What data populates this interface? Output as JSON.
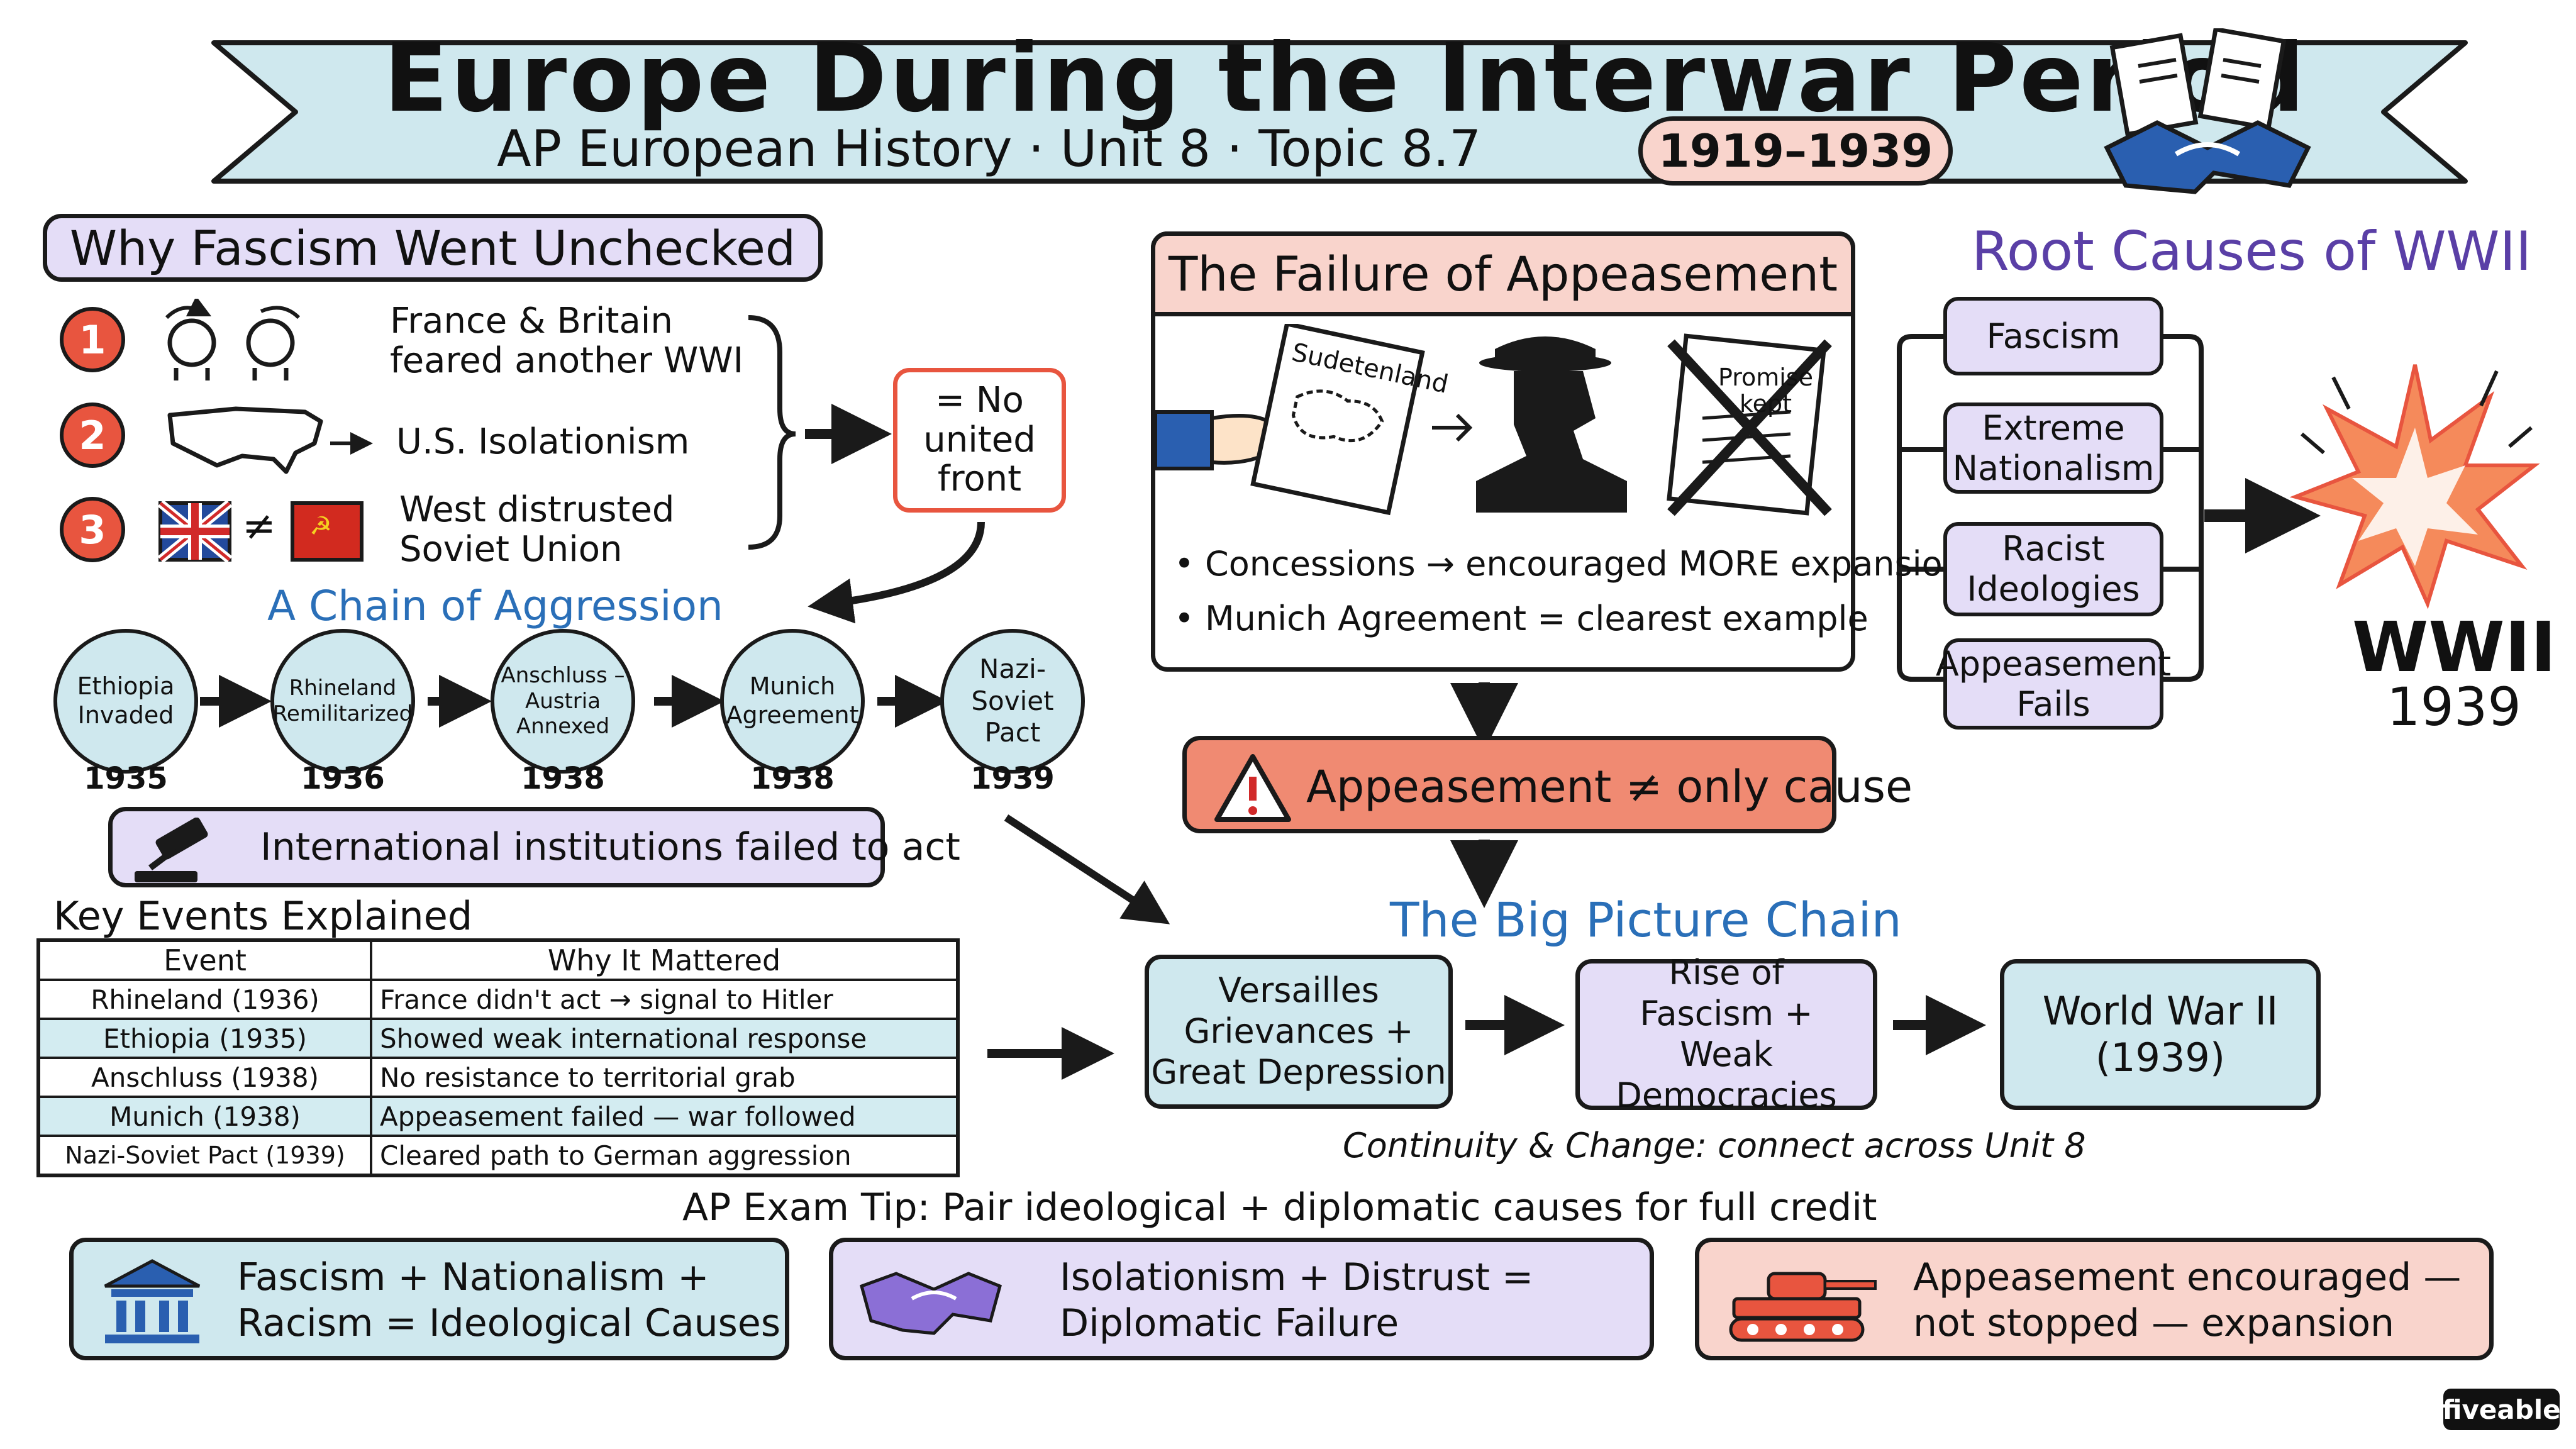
{
  "header": {
    "title": "Europe During the Interwar Period",
    "subtitle": "AP European History · Unit 8 · Topic 8.7",
    "date_badge": "1919–1939",
    "icon": "handshake-documents-icon"
  },
  "why_fascism": {
    "heading": "Why Fascism Went Unchecked",
    "items": [
      {
        "number": "1",
        "icon": "arguing-people-icon",
        "text": "France & Britain\nfeared another WWI"
      },
      {
        "number": "2",
        "icon": "us-map-icon",
        "text": "U.S.  Isolationism"
      },
      {
        "number": "3",
        "icon": "flags-uk-not-equal-ussr-icon",
        "not_equal": "≠",
        "text": "West distrusted\nSoviet Union"
      }
    ],
    "result": "= No\nunited\nfront"
  },
  "chain_of_aggression": {
    "heading": "A Chain of Aggression",
    "events": [
      {
        "label": "Ethiopia\nInvaded",
        "year": "1935"
      },
      {
        "label": "Rhineland\nRemilitarized",
        "year": "1936"
      },
      {
        "label": "Anschluss –\nAustria\nAnnexed",
        "year": "1938"
      },
      {
        "label": "Munich\nAgreement",
        "year": "1938"
      },
      {
        "label": "Nazi-\nSoviet\nPact",
        "year": "1939"
      }
    ],
    "institutions_note": "International institutions failed to act",
    "gavel_icon": "gavel-icon"
  },
  "key_events": {
    "heading": "Key Events Explained",
    "columns": [
      "Event",
      "Why It Mattered"
    ],
    "rows": [
      [
        "Rhineland (1936)",
        "France didn't act → signal to Hitler"
      ],
      [
        "Ethiopia (1935)",
        "Showed weak international response"
      ],
      [
        "Anschluss (1938)",
        "No resistance to territorial grab"
      ],
      [
        "Munich (1938)",
        "Appeasement failed — war followed"
      ],
      [
        "Nazi-Soviet Pact (1939)",
        "Cleared path to German aggression"
      ]
    ]
  },
  "appeasement": {
    "heading": "The Failure of Appeasement",
    "map_label": "Sudetenland",
    "promise_label": "Promise\nkept",
    "bullets": [
      "Concessions → encouraged MORE expansion",
      "Munich Agreement = clearest example"
    ],
    "warning": "Appeasement ≠ only cause",
    "warning_icon": "warning-triangle-icon"
  },
  "root_causes": {
    "heading": "Root Causes of WWII",
    "items": [
      "Fascism",
      "Extreme\nNationalism",
      "Racist\nIdeologies",
      "Appeasement\nFails"
    ],
    "result_title": "WWII",
    "result_year": "1939",
    "explosion_icon": "explosion-icon"
  },
  "big_picture": {
    "heading": "The Big Picture Chain",
    "boxes": [
      "Versailles\nGrievances +\nGreat Depression",
      "Rise of\nFascism +\nWeak Democracies",
      "World War II\n(1939)"
    ],
    "note": "Continuity & Change: connect across Unit 8"
  },
  "exam_tip": {
    "heading": "AP Exam Tip: Pair ideological + diplomatic causes for full credit",
    "cards": [
      {
        "icon": "government-building-icon",
        "text": "Fascism + Nationalism +\nRacism = Ideological Causes",
        "color": "#cfe8ee"
      },
      {
        "icon": "handshake-icon",
        "text": "Isolationism + Distrust =\nDiplomatic Failure",
        "color": "#e4ddf7"
      },
      {
        "icon": "tank-icon",
        "text": "Appeasement encouraged —\nnot stopped — expansion",
        "color": "#f9d4cc"
      }
    ]
  },
  "brand": "fiveable",
  "colors": {
    "blue": "#cfe8ee",
    "purple": "#e4ddf7",
    "red": "#f9d4cc",
    "accent_red": "#e8553f",
    "heading_blue": "#2a6fb8",
    "heading_purple": "#5a3fa6"
  }
}
